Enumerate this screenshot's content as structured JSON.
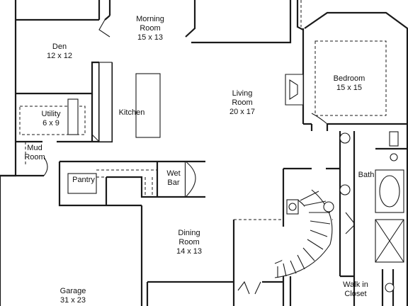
{
  "rooms": {
    "morning_room": {
      "name": "Morning\nRoom",
      "size": "15 x 13"
    },
    "den": {
      "name": "Den",
      "size": "12 x 12"
    },
    "utility": {
      "name": "Utility",
      "size": "6 x 9"
    },
    "mud_room": {
      "name": "Mud\nRoom"
    },
    "kitchen": {
      "name": "Kitchen"
    },
    "living_room": {
      "name": "Living\nRoom",
      "size": "20 x 17"
    },
    "bedroom": {
      "name": "Bedroom",
      "size": "15 x 15"
    },
    "bath": {
      "name": "Bath"
    },
    "pantry": {
      "name": "Pantry"
    },
    "wet_bar": {
      "name": "Wet\nBar"
    },
    "dining_room": {
      "name": "Dining\nRoom",
      "size": "14 x 13"
    },
    "garage": {
      "name": "Garage",
      "size": "31 x 23"
    },
    "walk_in_closet": {
      "name": "Walk in\nCloset"
    }
  },
  "colors": {
    "line": "#1a1a1a",
    "background": "#ffffff"
  }
}
